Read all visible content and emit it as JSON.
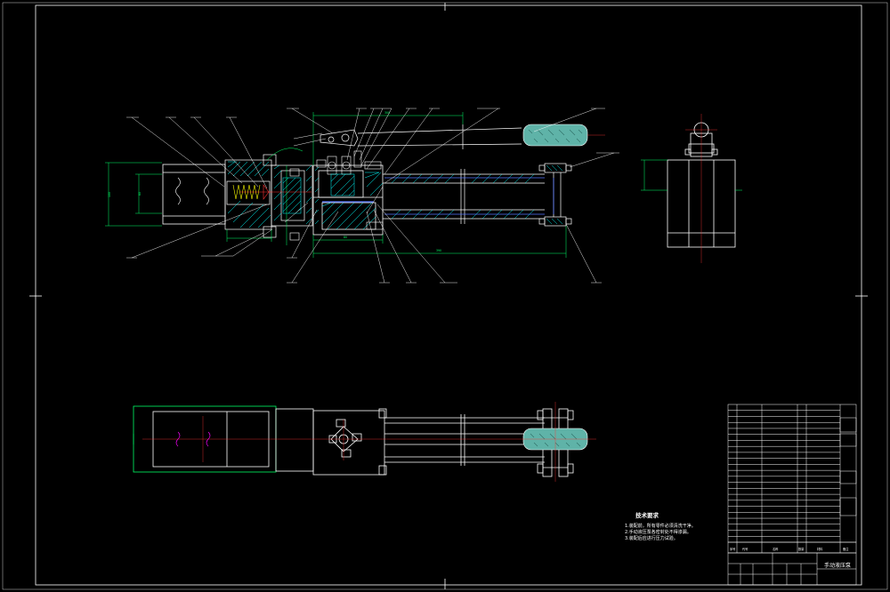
{
  "drawing": {
    "colors": {
      "background": "#000000",
      "outline": "#ffffff",
      "dimension": "#00ff66",
      "hatch": "#00ffff",
      "handle": "#5fb3a8",
      "hidden": "#ff00ff",
      "center": "#ff3333",
      "spring": "#ffff00",
      "pin": "#5577ff"
    },
    "tech_notes": {
      "title": "技术要求",
      "lines": [
        "1.装配前，所有零件必须清洗干净。",
        "2.手动液压泵各密封处不得渗漏。",
        "3.装配后应进行压力试验。"
      ]
    },
    "title_block": {
      "title": "手动液压泵",
      "headers": [
        "序号",
        "代号",
        "名称",
        "数量",
        "材料",
        "备注"
      ]
    }
  }
}
